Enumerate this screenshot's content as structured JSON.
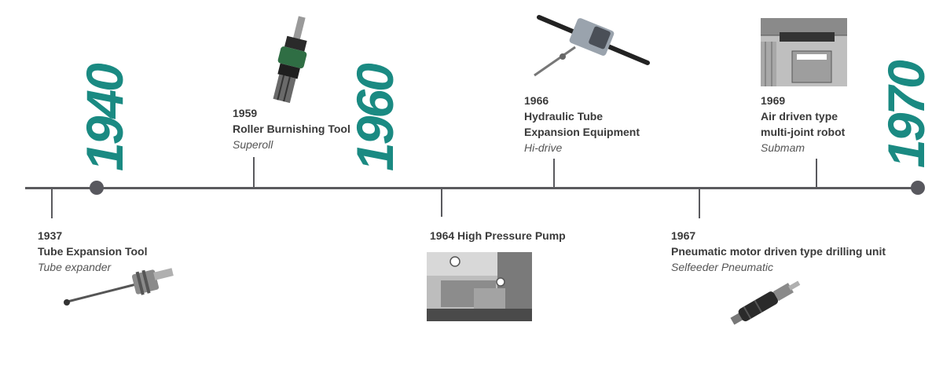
{
  "decades": [
    "1940",
    "1960",
    "1970"
  ],
  "events": [
    {
      "year": "1937",
      "title": "Tube Expansion Tool",
      "subtitle": "Tube expander"
    },
    {
      "year": "1959",
      "title": "Roller Burnishing Tool",
      "subtitle": "Superoll"
    },
    {
      "year": "1964",
      "title": "1964 High Pressure Pump",
      "subtitle": ""
    },
    {
      "year": "1966",
      "title": "Hydraulic Tube",
      "title2": "Expansion Equipment",
      "subtitle": "Hi-drive"
    },
    {
      "year": "1967",
      "title": "Pneumatic motor driven type drilling unit",
      "subtitle": "Selfeeder Pneumatic"
    },
    {
      "year": "1969",
      "title": "Air driven type",
      "title2": "multi-joint robot",
      "subtitle": "Submam"
    }
  ],
  "colors": {
    "accent": "#1a8a82",
    "line": "#5a5a5e",
    "text": "#3a3a3a"
  }
}
